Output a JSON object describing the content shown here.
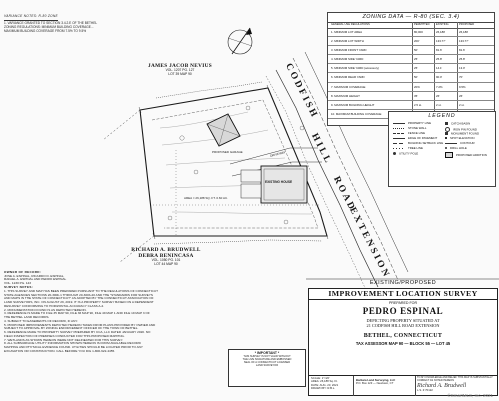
{
  "variance_notes": {
    "title": "VARIANCE NOTES:  R-80 ZONE",
    "lines": [
      "1. VARIANCE GRANTED TO SECTION 3.4.2.E OF THE BETHEL",
      "   ZONING REGULATIONS: MINIMUM BUILDING COVERAGE...",
      "   MAXIMUM BUILDING COVERAGE FROM 7.5% TO 9.5%"
    ]
  },
  "zoning": {
    "title": "ZONING DATA  — R-80 (SEC. 3.4)",
    "headers": [
      "GENERAL USE REGULATIONS",
      "PERMITTED",
      "EXISTING",
      "PROPOSED"
    ],
    "rows": [
      {
        "label": "1. MINIMUM LOT AREA",
        "permitted": "80,000",
        "existing": "26,188",
        "proposed": "26,188"
      },
      {
        "label": "2. MINIMUM LOT WIDTH",
        "permitted": "200'",
        "existing": "133.77'",
        "proposed": "133.77'"
      },
      {
        "label": "3. MINIMUM FRONT YARD",
        "permitted": "50'",
        "existing": "81.6'",
        "proposed": "81.6'"
      },
      {
        "label": "4. MINIMUM SIDE YARD",
        "permitted": "25'",
        "existing": "25.8'",
        "proposed": "25.8'"
      },
      {
        "label": "5. MINIMUM SIDE YARD (accessory)",
        "permitted": "25'",
        "existing": "14.1'",
        "proposed": "13.0'"
      },
      {
        "label": "6. MINIMUM REAR YARD",
        "permitted": "50'",
        "existing": "90.0'",
        "proposed": "70'"
      },
      {
        "label": "7. MAXIMUM COVERAGE",
        "permitted": "20%",
        "existing": "7.2%",
        "proposed": "9.5%"
      },
      {
        "label": "8. MAXIMUM HEIGHT",
        "permitted": "35'",
        "existing": "26'",
        "proposed": "26'"
      },
      {
        "label": "9. MAXIMUM BUILDING HEIGHT",
        "permitted": "2.5 st.",
        "existing": "2 st.",
        "proposed": "2 st."
      },
      {
        "label": "10. MAXIMUM BUILDING COVERAGE",
        "permitted": "7.5%",
        "existing": "6.0%",
        "proposed": "8.5%"
      }
    ]
  },
  "legend": {
    "title": "LEGEND",
    "items": [
      "PROPERTY LINE",
      "STONE WALL",
      "FENCE LINE",
      "EDGE OF PAVEMENT",
      "BUILDING SETBACK LINE",
      "TREE LINE",
      "UTILITY POLE",
      "CATCH BASIN",
      "IRON PIN FOUND",
      "MONUMENT FOUND",
      "SPOT ELEVATION",
      "CONTOUR",
      "DRILL HOLE",
      "PROPOSED ADDITION"
    ]
  },
  "owners": {
    "top": {
      "name": "JAMES JACOB NEVIUS",
      "lines": [
        "VOL. 1207 PG. 127",
        "LOT 39 MAP 90"
      ]
    },
    "bottom": {
      "name_1": "RICHARD A. BRUDWELL",
      "name_2": "DEBRA BENINCASA",
      "lines": [
        "VOL. 1050 PG. 101",
        "LOT 44 MAP 90"
      ]
    }
  },
  "roads": {
    "road_1": "CODFISH",
    "road_2": "HILL",
    "road_3": "ROAD",
    "road_4": "EXTENSION"
  },
  "plan_labels": {
    "proposed_garage": "PROPOSED GARAGE",
    "existing_house": "EXISTING HOUSE",
    "driveway": "DRIVEWAY",
    "lot_area": "AREA = 26,188 SQ. FT.  0.60 AC."
  },
  "owner_deed": {
    "title": "OWNER OF RECORD:",
    "lines": [
      "JOSE A. ESPINAL, RICARDO D. ESPINAL,",
      "RAFAEL A. ESPINAL AND PEDRO ESPINAL",
      "VOL. 1230 PG. 143"
    ]
  },
  "survey_notes": {
    "title": "SURVEY NOTES:",
    "lines": [
      "1. THIS SURVEY AND MAP HAS BEEN PREPARED PURSUANT TO THE REGULATIONS OF CONNECTICUT",
      "   STATE AGENCIES SECTIONS 20-300b-1 THROUGH 20-300b-20 AND THE \"STANDARDS FOR SURVEYS",
      "   AND MAPS IN THE STATE OF CONNECTICUT\" AS ADOPTED BY THE CONNECTICUT ASSOCIATION OF",
      "   LAND SURVEYORS, INC. ON AUGUST 29, 2019. IT IS A PROPERTY SURVEY BASED ON A DEPENDENT",
      "   RESURVEY CONFORMING TO HORIZONTAL ACCURACY CLASS A-2.",
      "2. MONUMENTATION FOUND IS AS DEPICTED HEREON.",
      "3. REFERENCE IS MADE TO FILE 35 MAP 90, FILE 36 MAP 90, FILE 49 MAP 1 AND FILE 19 MAP 3 OF",
      "   THE BETHEL LAND RECORDS.",
      "4. SUBJECT TO EASEMENTS OF RECORD, IF ANY.",
      "5. PROPOSED IMPROVEMENTS DEPICTED HEREON TAKEN FROM PLANS PROVIDED BY OWNER AND",
      "   SUBJECT TO APPROVAL BY ZONING ENFORCEMENT OFFICER OF THE TOWN OF BETHEL.",
      "6. REFERENCE MADE TO PROPERTY SURVEY PREPARED BY CCA, LLC DATED JANUARY 2020. NO",
      "   FIELD INSPECTION OF PREMISES CONDUCTED FOR THIS PROPOSED MAPPING.",
      "7. WETLANDS AS SHOWN HEREON WERE NOT DELINEATED FOR THIS SURVEY.",
      "8. ALL SUBSURFACE UTILITY INFORMATION SHOWN HEREON IS FROM AVAILABLE RECORD",
      "   MAPPING AND PHYSICAL EVIDENCE FOUND. UTILITIES SHOULD BE LOCATED PRIOR TO ANY",
      "   EXCAVATION OR CONSTRUCTION. CALL BEFORE YOU DIG 1-800-922-4455."
    ]
  },
  "important": {
    "title": "* IMPORTANT *",
    "lines": [
      "THIS SURVEY IS NOT VALID WITHOUT",
      "THE LIVE SIGNATURE AND EMBOSSED",
      "SEAL OF A CONNECTICUT LICENSED",
      "LAND SURVEYOR"
    ]
  },
  "title_block": {
    "existing_proposed": "EXISTING/PROPOSED",
    "heading": "IMPROVEMENT LOCATION SURVEY",
    "prepared_for": "PREPARED FOR",
    "client": "PEDRO ESPINAL",
    "desc_1": "DEPICTING PROPERTY SITUATED AT",
    "desc_2": "21 CODFISH HILL ROAD EXTENSION",
    "city": "BETHEL, CONNECTICUT",
    "tax": "TAX ASSESSOR MAP 90 — BLOCK 55 — LOT 45",
    "scale": "SCALE: 1\"=20'",
    "area": "AREA: 26,188 Sq. Ft.",
    "date": "DATE: AUG. 23, 2021",
    "drawn": "DRAWN BY: R.B.L.",
    "firm": "Barbara Land Surveying, LLC",
    "firm_addr": "P.O. Box 123 — Newtown, CT",
    "cert": "TO MY KNOWLEDGE AND BELIEF THIS MAP IS SUBSTANTIALLY CORRECT AS NOTED HEREON",
    "signature": "Richard A. Brudwell",
    "license": "L.S. # 70122"
  },
  "brand": "©SmartMLS, Inc. 2021"
}
